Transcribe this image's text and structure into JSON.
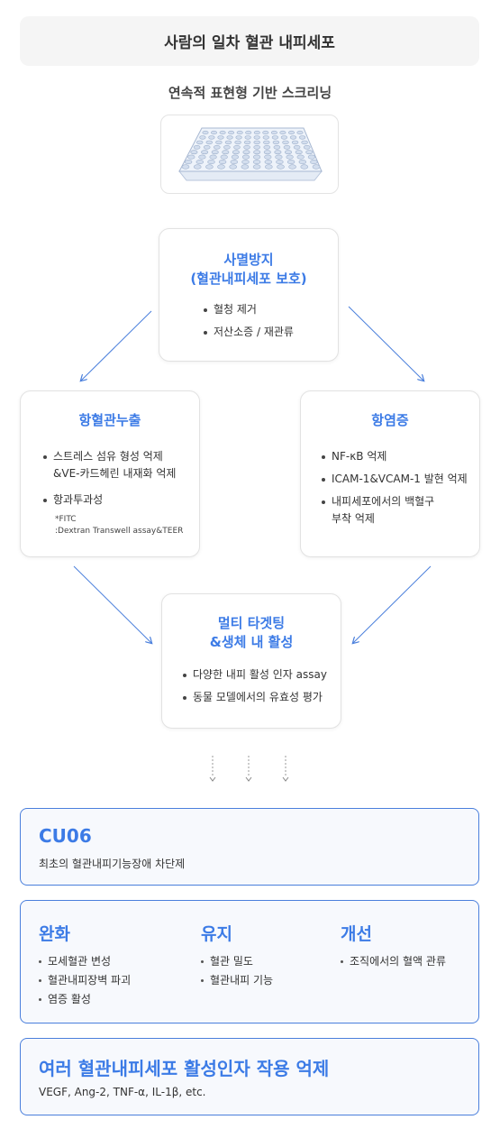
{
  "header": {
    "title": "사람의 일차 혈관 내피세포"
  },
  "screening": {
    "label": "연속적 표현형 기반 스크리닝",
    "icon": "well-plate-icon"
  },
  "death_prevention": {
    "title_line1": "사멸방지",
    "title_line2": "(혈관내피세포 보호)",
    "items": [
      "혈청 제거",
      "저산소증 / 재관류"
    ]
  },
  "anti_leakage": {
    "title": "항혈관누출",
    "item1_line1": "스트레스 섬유 형성 억제",
    "item1_line2": "&VE-카드헤린 내재화 억제",
    "item2": "항과투과성",
    "note_line1": "*FITC",
    "note_line2": ":Dextran Transwell assay&TEER"
  },
  "anti_inflammation": {
    "title": "항염증",
    "item1": "NF-κB 억제",
    "item2": "ICAM-1&VCAM-1 발현 억제",
    "item3_line1": "내피세포에서의 백혈구",
    "item3_line2": "부착 억제"
  },
  "multi_target": {
    "title_line1": "멀티 타겟팅",
    "title_line2": "&생체 내 활성",
    "items": [
      "다양한 내피 활성 인자 assay",
      "동물 모델에서의 유효성 평가"
    ]
  },
  "cu06": {
    "title": "CU06",
    "desc": "최초의 혈관내피기능장애 차단제"
  },
  "effects": {
    "columns": [
      {
        "title": "완화",
        "items": [
          "모세혈관 변성",
          "혈관내피장벽 파괴",
          "염증 활성"
        ]
      },
      {
        "title": "유지",
        "items": [
          "혈관 밀도",
          "혈관내피 기능"
        ]
      },
      {
        "title": "개선",
        "items": [
          "조직에서의 혈액 관류"
        ]
      }
    ]
  },
  "inhibition": {
    "title": "여러 혈관내피세포 활성인자 작용 억제",
    "factors": "VEGF, Ang-2, TNF-α, IL-1β, etc."
  },
  "colors": {
    "accent": "#3c7be6",
    "border_blue": "#4a7fdc",
    "arrow": "#4a7fdc"
  }
}
